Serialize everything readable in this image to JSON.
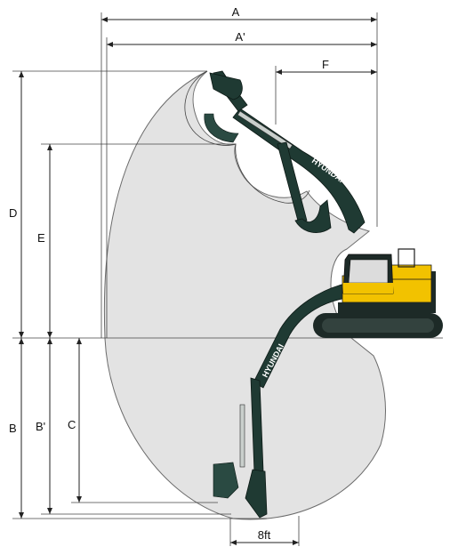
{
  "diagram": {
    "brand_text": "HYUNDAI",
    "scale_label": "8ft",
    "colors": {
      "envelope_fill": "#e3e3e3",
      "envelope_stroke": "#6b6b6b",
      "boom": "#1f3a33",
      "cab_yellow": "#f2c200",
      "track": "#1d2a27"
    },
    "dimensions": {
      "A": "A",
      "A_prime": "A'",
      "F": "F",
      "D": "D",
      "E": "E",
      "B": "B",
      "B_prime": "B'",
      "C": "C"
    }
  }
}
